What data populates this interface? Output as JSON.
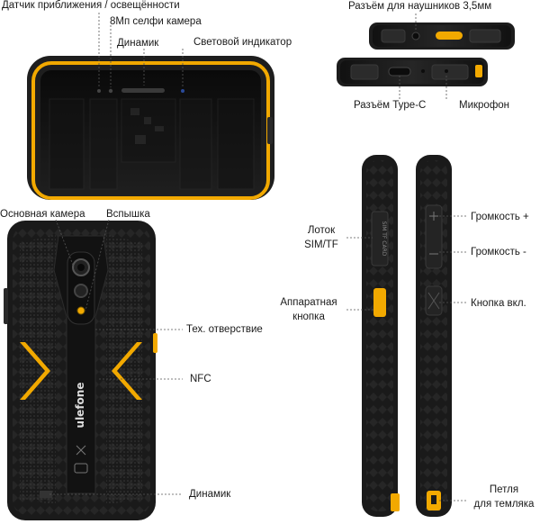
{
  "labels": {
    "proximity_sensor": "Датчик приближения / освещённости",
    "selfie_camera": "8Мп селфи камера",
    "speaker_top": "Динамик",
    "led_indicator": "Световой индикатор",
    "headphone_jack": "Разъём для наушников 3,5мм",
    "usb_c": "Разъём Type-C",
    "microphone": "Микрофон",
    "main_camera": "Основная камера",
    "flash": "Вспышка",
    "tech_hole": "Тех. отверствие",
    "nfc": "NFC",
    "speaker_bottom": "Динамик",
    "sim_tray_line1": "Лоток",
    "sim_tray_line2": "SIM/TF",
    "hw_button_line1": "Аппаратная",
    "hw_button_line2": "кнопка",
    "volume_up": "Громкость +",
    "volume_down": "Громкость -",
    "power_button": "Кнопка вкл.",
    "lanyard_line1": "Петля",
    "lanyard_line2": "для темляка"
  },
  "device": {
    "brand": "ulefone",
    "sim_tray_print": "SIM TF CARD"
  },
  "colors": {
    "accent": "#f2a900",
    "body": "#1c1c1c",
    "leader": "#555555"
  }
}
